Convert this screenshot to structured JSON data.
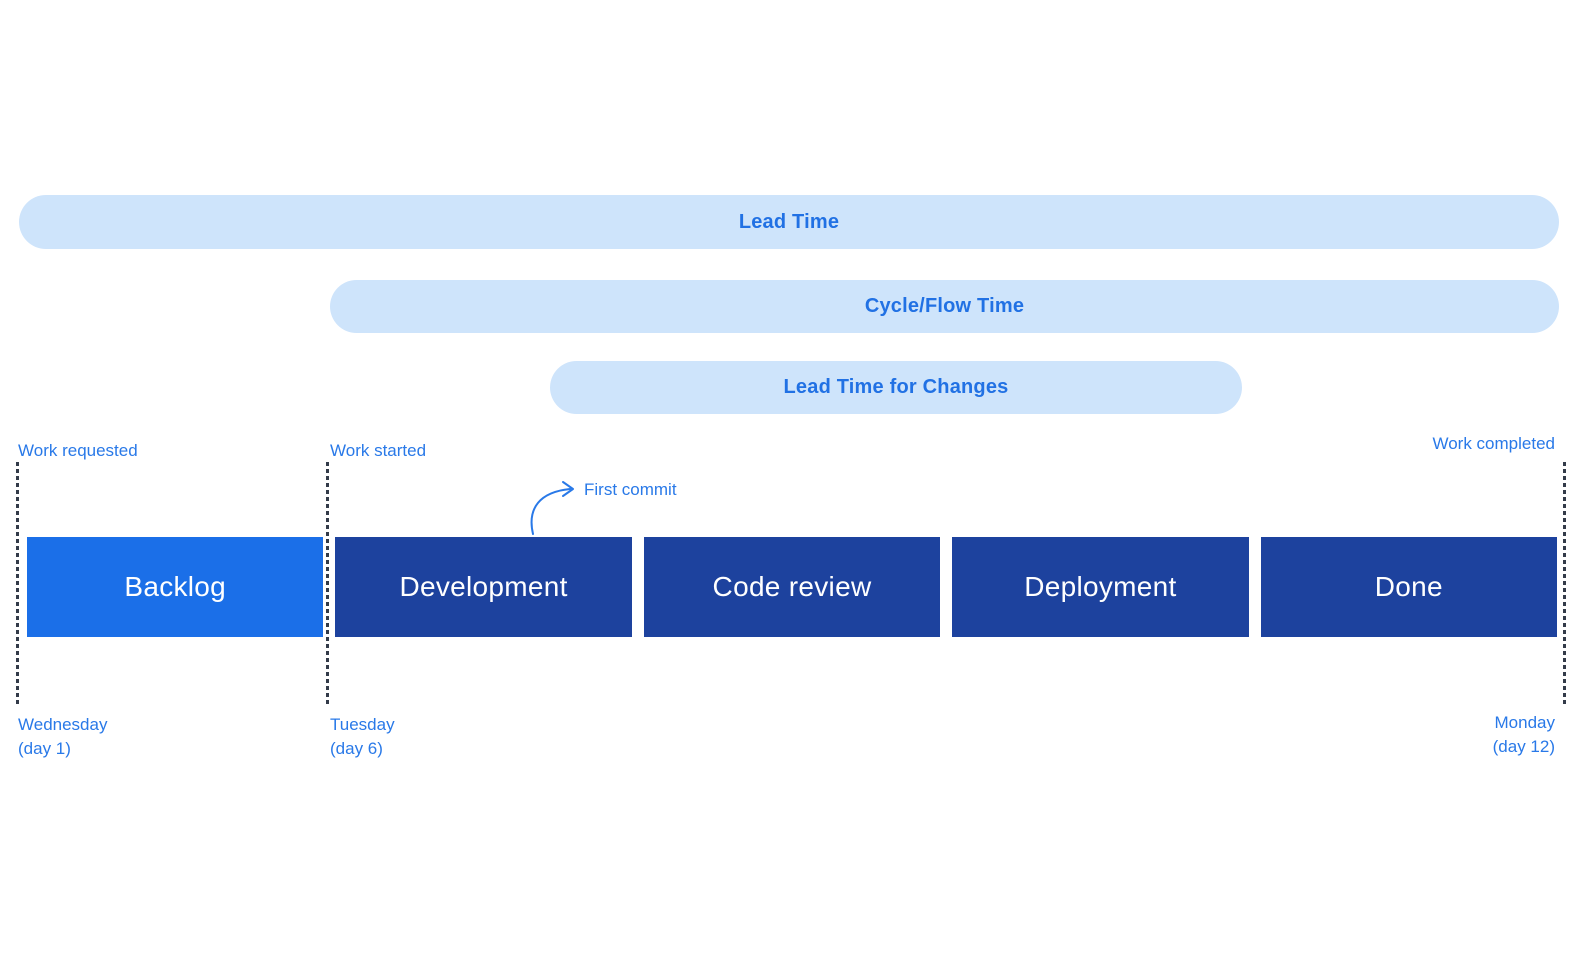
{
  "colors": {
    "accent_text": "#2171E4",
    "label_text": "#2979E8",
    "pill_background": "#CEE4FB",
    "stage_active_background": "#1B6FE8",
    "stage_background": "#1D429E",
    "stage_text": "#FFFFFF",
    "marker_line": "#333B49",
    "page_background": "#FFFFFF"
  },
  "duration_bars": [
    {
      "label": "Lead Time"
    },
    {
      "label": "Cycle/Flow Time"
    },
    {
      "label": "Lead Time for Changes"
    }
  ],
  "markers": [
    {
      "label": "Work requested",
      "date_line1": "Wednesday",
      "date_line2": "(day 1)"
    },
    {
      "label": "Work started",
      "date_line1": "Tuesday",
      "date_line2": "(day 6)"
    },
    {
      "label": "Work completed",
      "date_line1": "Monday",
      "date_line2": "(day 12)"
    }
  ],
  "stages": [
    {
      "label": "Backlog",
      "state": "active"
    },
    {
      "label": "Development",
      "state": "default"
    },
    {
      "label": "Code review",
      "state": "default"
    },
    {
      "label": "Deployment",
      "state": "default"
    },
    {
      "label": "Done",
      "state": "default"
    }
  ],
  "annotation": {
    "first_commit_label": "First commit"
  }
}
